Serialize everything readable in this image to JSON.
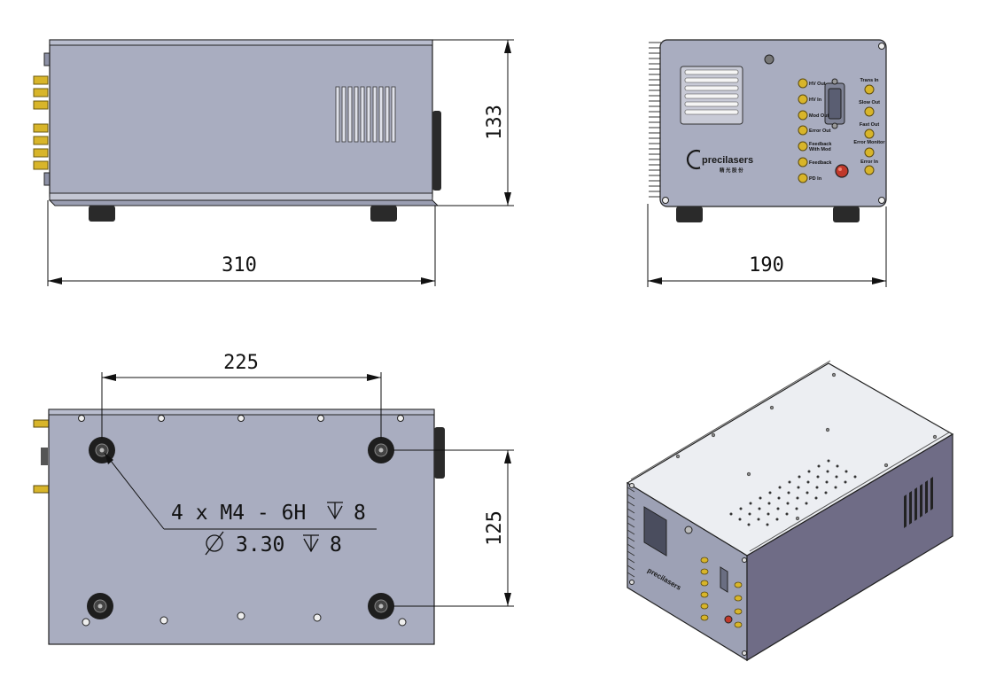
{
  "dimensions": {
    "side_length": "310",
    "side_height": "133",
    "front_width": "190",
    "hole_spacing_x": "225",
    "hole_spacing_y": "125"
  },
  "callout": {
    "line1": "4 x  M4 - 6H",
    "line1_depth": "8",
    "line2": "3.30",
    "line2_depth": "8"
  },
  "panel_labels": {
    "hv_out": "HV Out",
    "hv_in": "HV In",
    "mod_out": "Mod Out",
    "error_out": "Error Out",
    "feedback_with_mod_1": "Feedback",
    "feedback_with_mod_2": "With Mod",
    "feedback": "Feedback",
    "pd_in": "PD In",
    "trans_in": "Trans In",
    "slow_out": "Slow Out",
    "fast_out": "Fast Out",
    "error_monitor": "Error Monitor",
    "error_in": "Error In"
  },
  "logo": {
    "text": "precilasers",
    "subtext": "精 光 股 份"
  },
  "colors": {
    "body": "#a9adc0",
    "body_dark": "#8d91a6",
    "connector": "#d8b52a",
    "foot": "#2a2a2a"
  }
}
